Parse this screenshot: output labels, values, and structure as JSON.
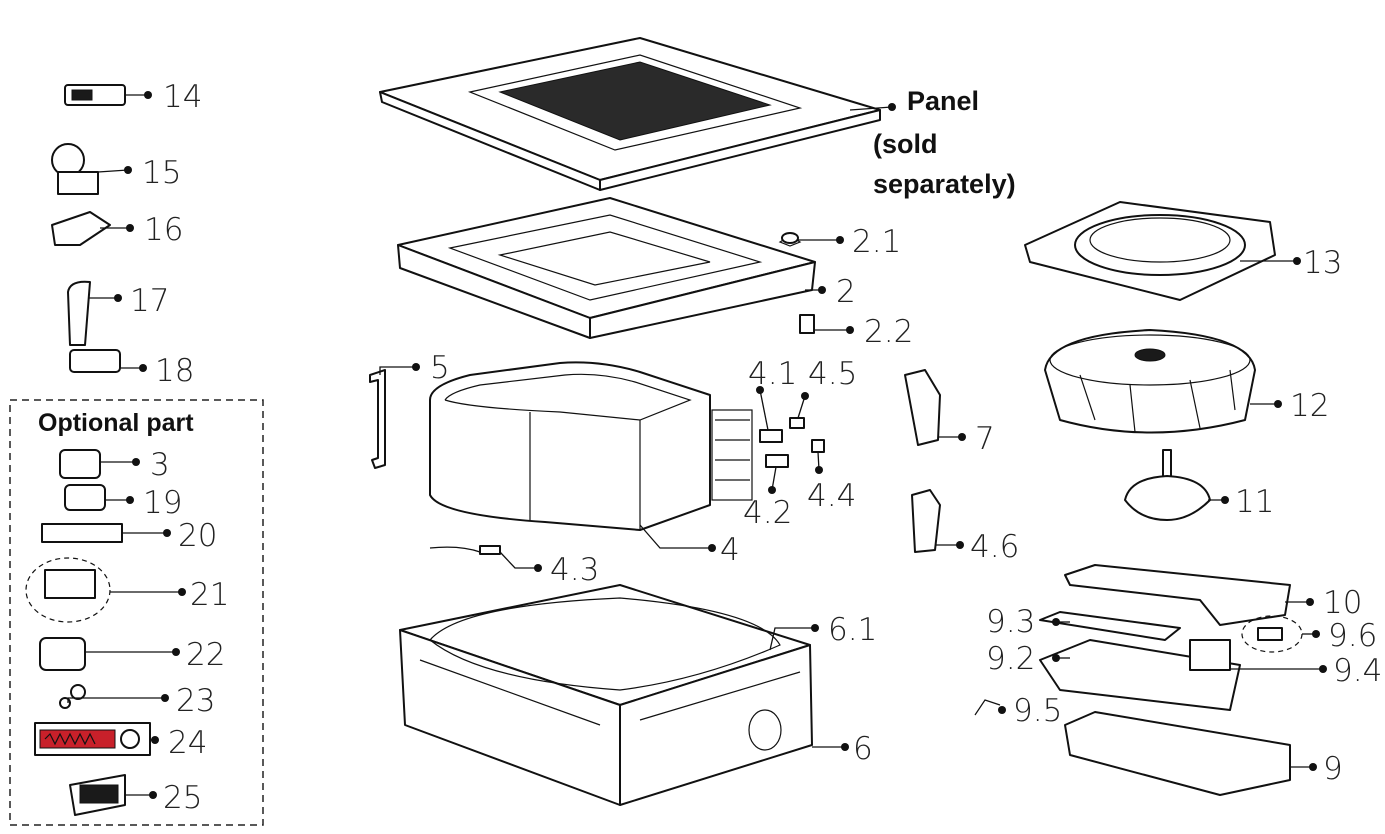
{
  "panel": {
    "label_line1": "Panel",
    "label_line2": "(sold",
    "label_line3": "separately)"
  },
  "optional_box": {
    "title": "Optional part"
  },
  "callouts": {
    "c14": "14",
    "c15": "15",
    "c16": "16",
    "c17": "17",
    "c18": "18",
    "c3": "3",
    "c19": "19",
    "c20": "20",
    "c21": "21",
    "c22": "22",
    "c23": "23",
    "c24": "24",
    "c25": "25",
    "c2_1": "2.1",
    "c2": "2",
    "c2_2": "2.2",
    "c5": "5",
    "c4_1": "4.1",
    "c4_5": "4.5",
    "c4_2": "4.2",
    "c4_4": "4.4",
    "c7": "7",
    "c4": "4",
    "c4_6": "4.6",
    "c4_3": "4.3",
    "c6_1": "6.1",
    "c6": "6",
    "c13": "13",
    "c12": "12",
    "c11": "11",
    "c10": "10",
    "c9_3": "9.3",
    "c9_6": "9.6",
    "c9_2": "9.2",
    "c9_4": "9.4",
    "c9_5": "9.5",
    "c9": "9"
  },
  "colors": {
    "line": "#111111",
    "accent_part24": "#c8202a"
  }
}
